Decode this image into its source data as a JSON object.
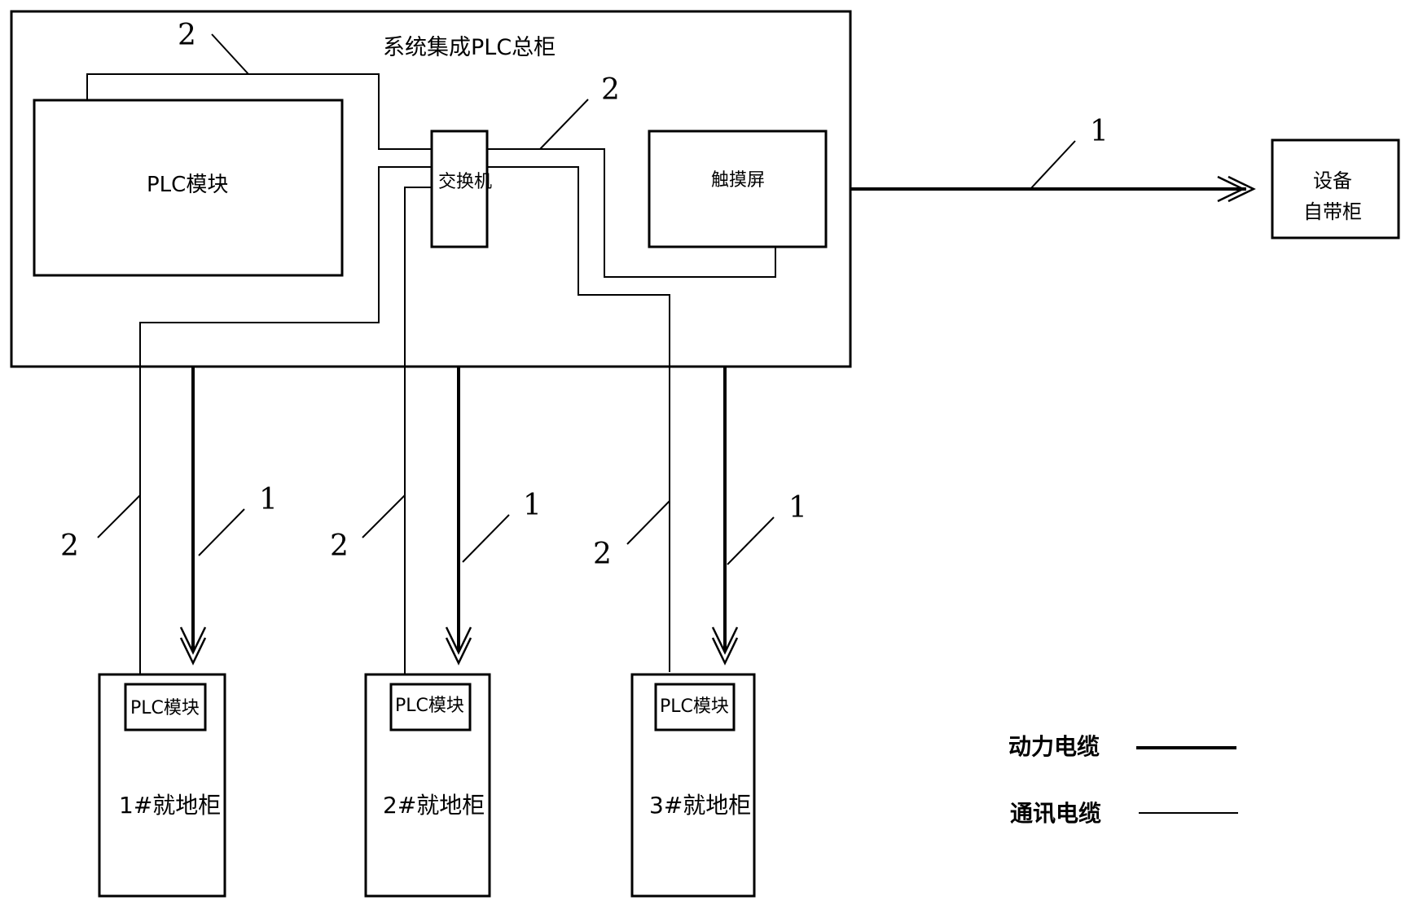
{
  "main_cabinet": {
    "title": "系统集成PLC总柜"
  },
  "plc_module": {
    "label": "PLC模块"
  },
  "switch": {
    "label": "交换机"
  },
  "touchscreen": {
    "label": "触摸屏"
  },
  "equipment_cabinet": {
    "line1": "设备",
    "line2": "自带柜"
  },
  "local_cabinets": [
    {
      "plc_label": "PLC模块",
      "name": "1#就地柜"
    },
    {
      "plc_label": "PLC模块",
      "name": "2#就地柜"
    },
    {
      "plc_label": "PLC模块",
      "name": "3#就地柜"
    }
  ],
  "callouts": {
    "power": "1",
    "comm": "2"
  },
  "legend": {
    "power_label": "动力电缆",
    "comm_label": "通讯电缆"
  }
}
